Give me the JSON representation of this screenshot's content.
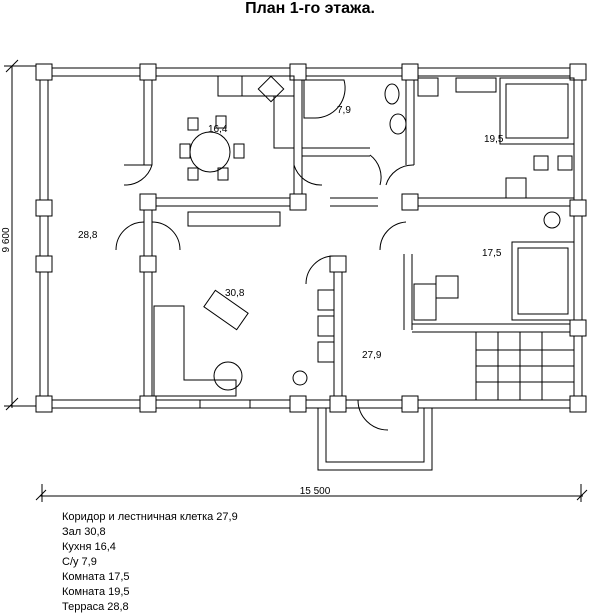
{
  "title": "План 1-го этажа.",
  "dimensions": {
    "width": "15 500",
    "height": "9 600"
  },
  "rooms": [
    {
      "name": "terrace",
      "label": "28,8"
    },
    {
      "name": "kitchen",
      "label": "16,4"
    },
    {
      "name": "bathroom",
      "label": "7,9"
    },
    {
      "name": "room-19-5",
      "label": "19,5"
    },
    {
      "name": "hall",
      "label": "30,8"
    },
    {
      "name": "room-17-5",
      "label": "17,5"
    },
    {
      "name": "corridor",
      "label": "27,9"
    }
  ],
  "legend": [
    "Коридор и лестничная клетка 27,9",
    "Зал 30,8",
    "Кухня 16,4",
    "С/у 7,9",
    "Комната 17,5",
    "Комната 19,5",
    "Терраса 28,8"
  ]
}
